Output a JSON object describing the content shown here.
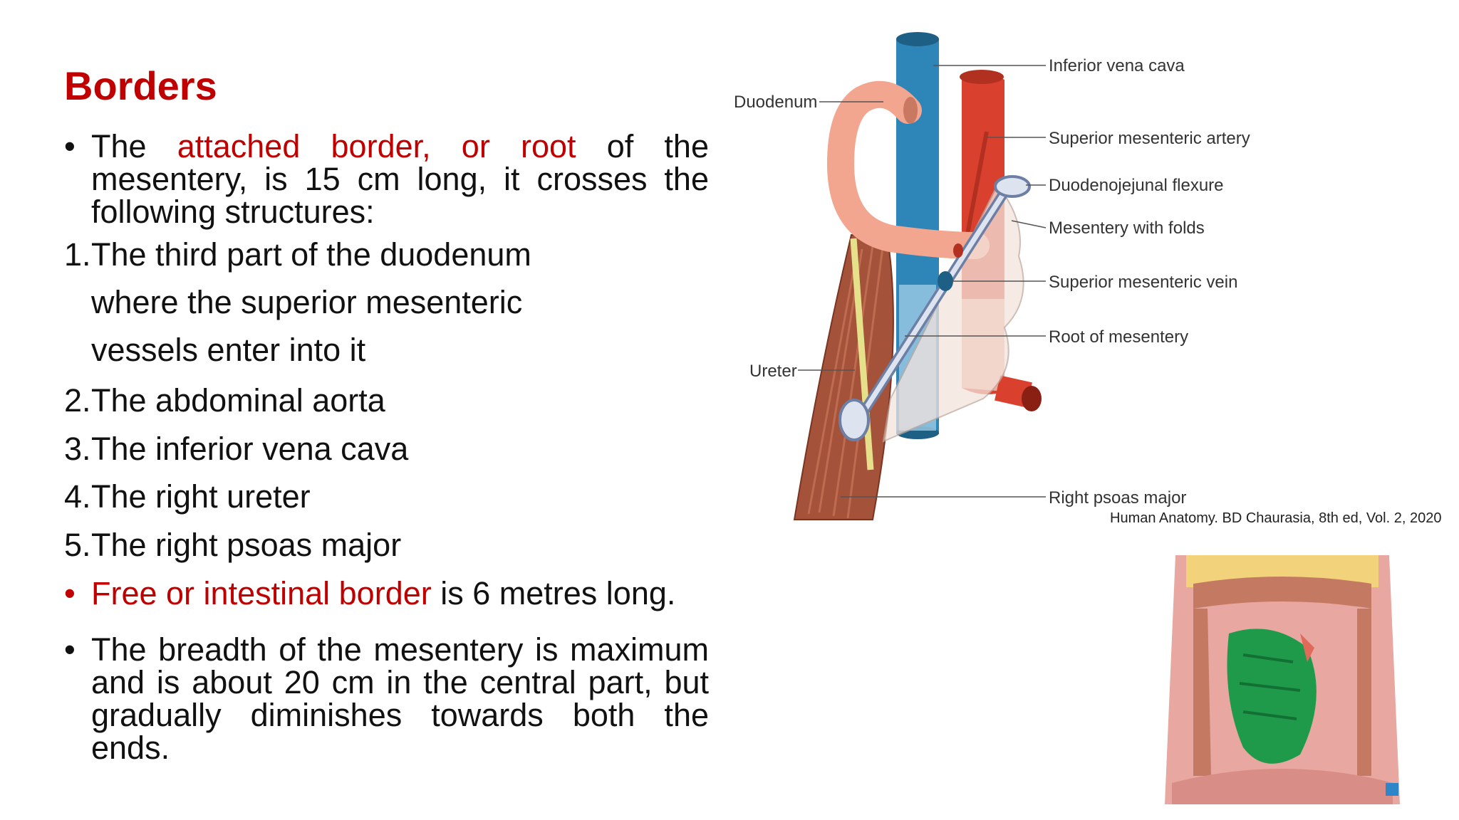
{
  "heading": "Borders",
  "bullet1": {
    "pre": "The ",
    "highlight": "attached border, or root",
    "post": " of the mesentery, is 15 cm long, it crosses the following structures:"
  },
  "list": [
    {
      "num": "1.",
      "lines": [
        "The third part of the duodenum",
        "where the superior mesenteric",
        "vessels enter into it"
      ]
    },
    {
      "num": "2.",
      "lines": [
        "The abdominal aorta"
      ]
    },
    {
      "num": "3.",
      "lines": [
        "The inferior vena cava"
      ]
    },
    {
      "num": "4.",
      "lines": [
        "The right ureter"
      ]
    },
    {
      "num": "5.",
      "lines": [
        "The right psoas major"
      ]
    }
  ],
  "bullet2": {
    "highlight": "Free or intestinal border",
    "post": " is 6 metres long."
  },
  "bullet3": "The breadth of the mesentery is maximum and is about 20 cm in the central part, but gradually diminishes towards both the ends.",
  "bullet_symbol": "•",
  "diagram": {
    "labels": {
      "inferior_vena_cava": "Inferior vena cava",
      "duodenum": "Duodenum",
      "superior_mesenteric_artery": "Superior mesenteric artery",
      "duodenojejunal_flexure": "Duodenojejunal flexure",
      "mesentery_with_folds": "Mesentery with folds",
      "superior_mesenteric_vein": "Superior mesenteric vein",
      "root_of_mesentery": "Root of mesentery",
      "ureter": "Ureter",
      "right_psoas_major": "Right psoas major"
    },
    "citation": "Human Anatomy. BD Chaurasia, 8th ed, Vol. 2, 2020"
  },
  "colors": {
    "accent_red": "#c00000",
    "ivc_blue": "#2e86b8",
    "artery_red": "#d9402e",
    "duodenum_pink": "#f2a58f",
    "psoas_brown": "#a4523a",
    "ureter_yellow": "#e6e08a",
    "mesentery_green": "#1f9a4a"
  }
}
